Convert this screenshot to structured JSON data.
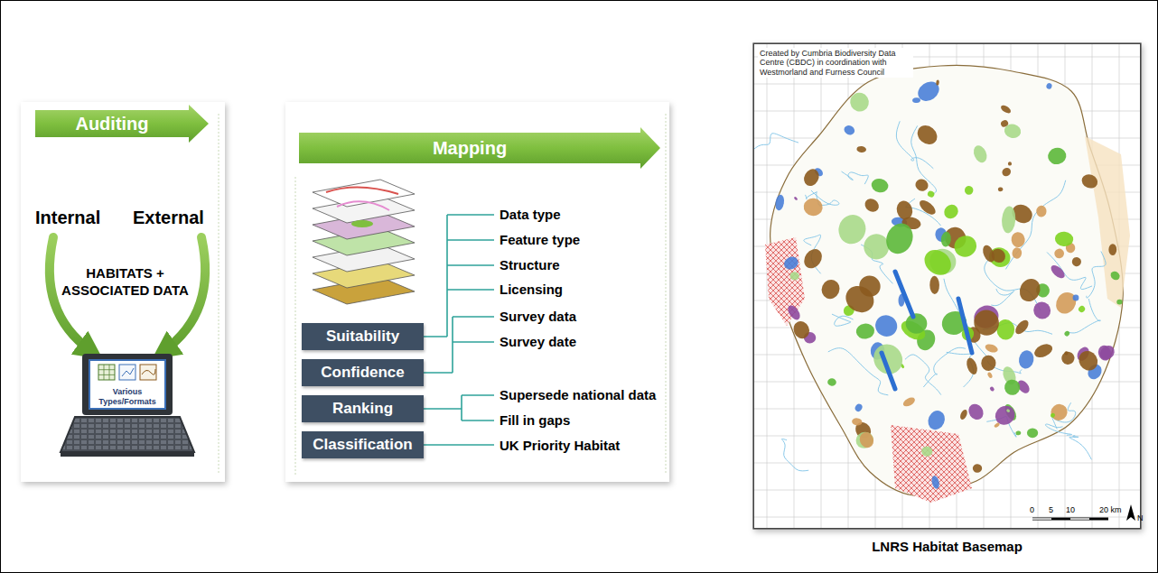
{
  "diagram": {
    "nodes": [
      {
        "text": [
          "Auditing"
        ]
      },
      {
        "text": [
          "Various Types/Formats"
        ]
      },
      {
        "text": [
          "Mapping"
        ]
      },
      {
        "text": [
          "Suitability"
        ]
      },
      {
        "text": [
          "Confidence"
        ]
      },
      {
        "text": [
          "Ranking"
        ]
      },
      {
        "text": [
          "Classification"
        ]
      },
      {
        "text": [
          "Created by Cumbria Biodiversity Data Centre (CBDC) in coordination with Westmorland and Furness Council",
          "LNRS Habitat Basemap"
        ]
      }
    ],
    "labels": [
      "Internal",
      "External",
      "HABITATS + ASSOCIATED DATA",
      "Data type",
      "Feature type",
      "Structure",
      "Licensing",
      "Survey data",
      "Survey date",
      "Supersede national data",
      "Fill in gaps",
      "UK Priority Habitat",
      "0",
      "5",
      "10",
      "20 km",
      "N"
    ]
  }
}
